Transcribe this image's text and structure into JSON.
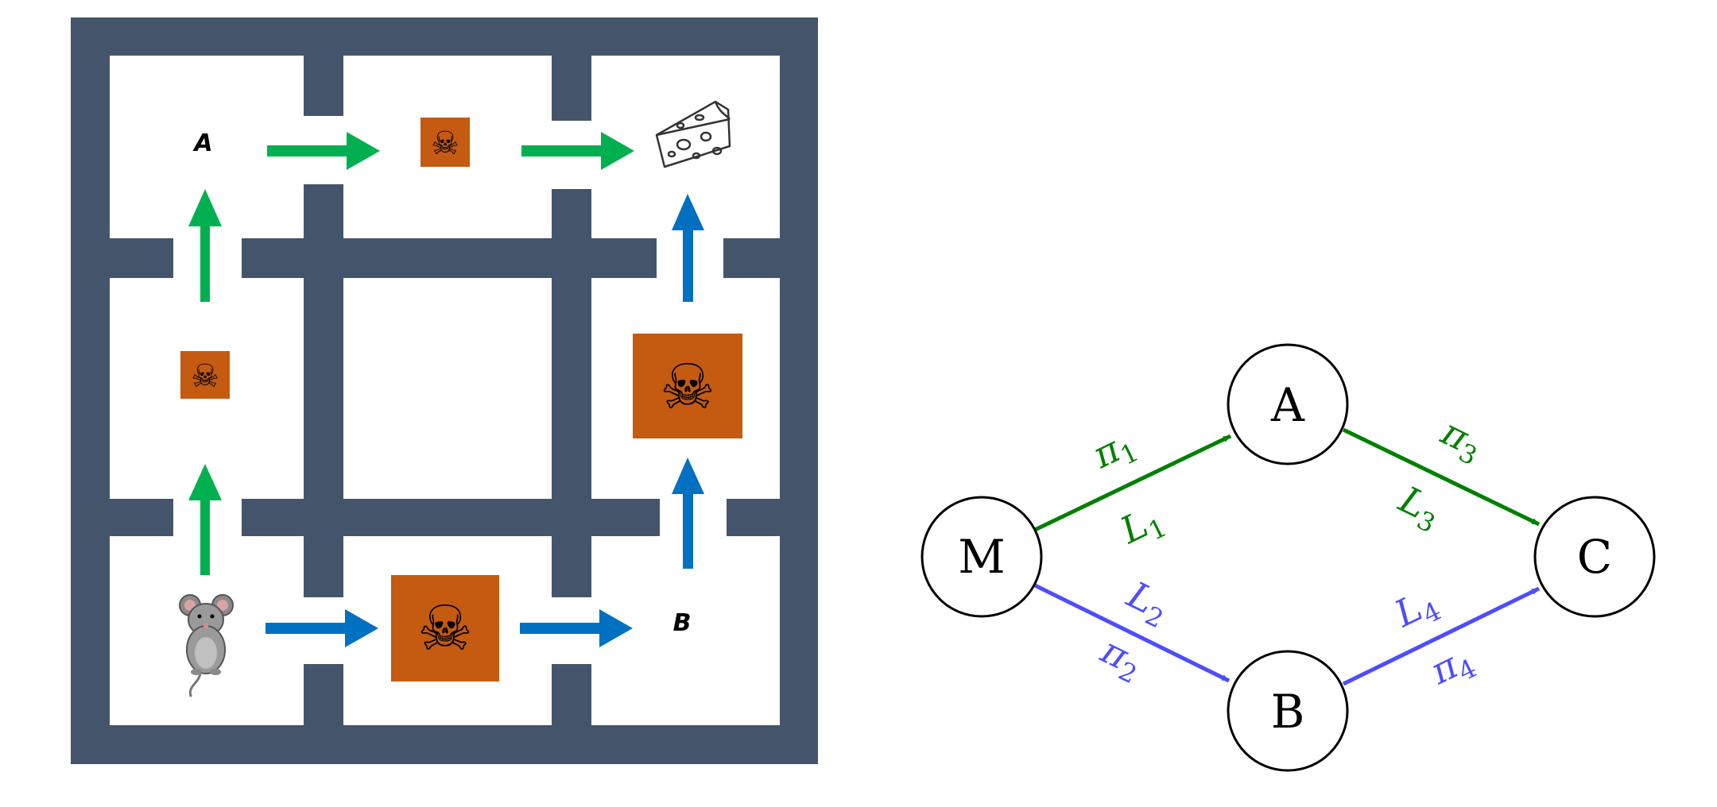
{
  "colors": {
    "wall": "#44546b",
    "hazard": "#c55a11",
    "maze_green": "#00b050",
    "maze_blue": "#0070c0",
    "graph_green": "#008000",
    "graph_blue": "#4d4dff"
  },
  "maze": {
    "labels": {
      "a": "A",
      "b": "B"
    },
    "icons": {
      "start": "mouse-icon",
      "goal": "cheese-icon",
      "hazard": "skull-crossbones-icon"
    },
    "hazard_glyph": "☠"
  },
  "graph": {
    "nodes": {
      "m": "M",
      "a": "A",
      "b": "B",
      "c": "C"
    },
    "edges": {
      "ma": {
        "pi_sym": "π",
        "pi_sub": "1",
        "l_sym": "L",
        "l_sub": "1"
      },
      "mb": {
        "pi_sym": "π",
        "pi_sub": "2",
        "l_sym": "L",
        "l_sub": "2"
      },
      "ac": {
        "pi_sym": "π",
        "pi_sub": "3",
        "l_sym": "L",
        "l_sub": "3"
      },
      "bc": {
        "pi_sym": "π",
        "pi_sub": "4",
        "l_sym": "L",
        "l_sub": "4"
      }
    }
  }
}
